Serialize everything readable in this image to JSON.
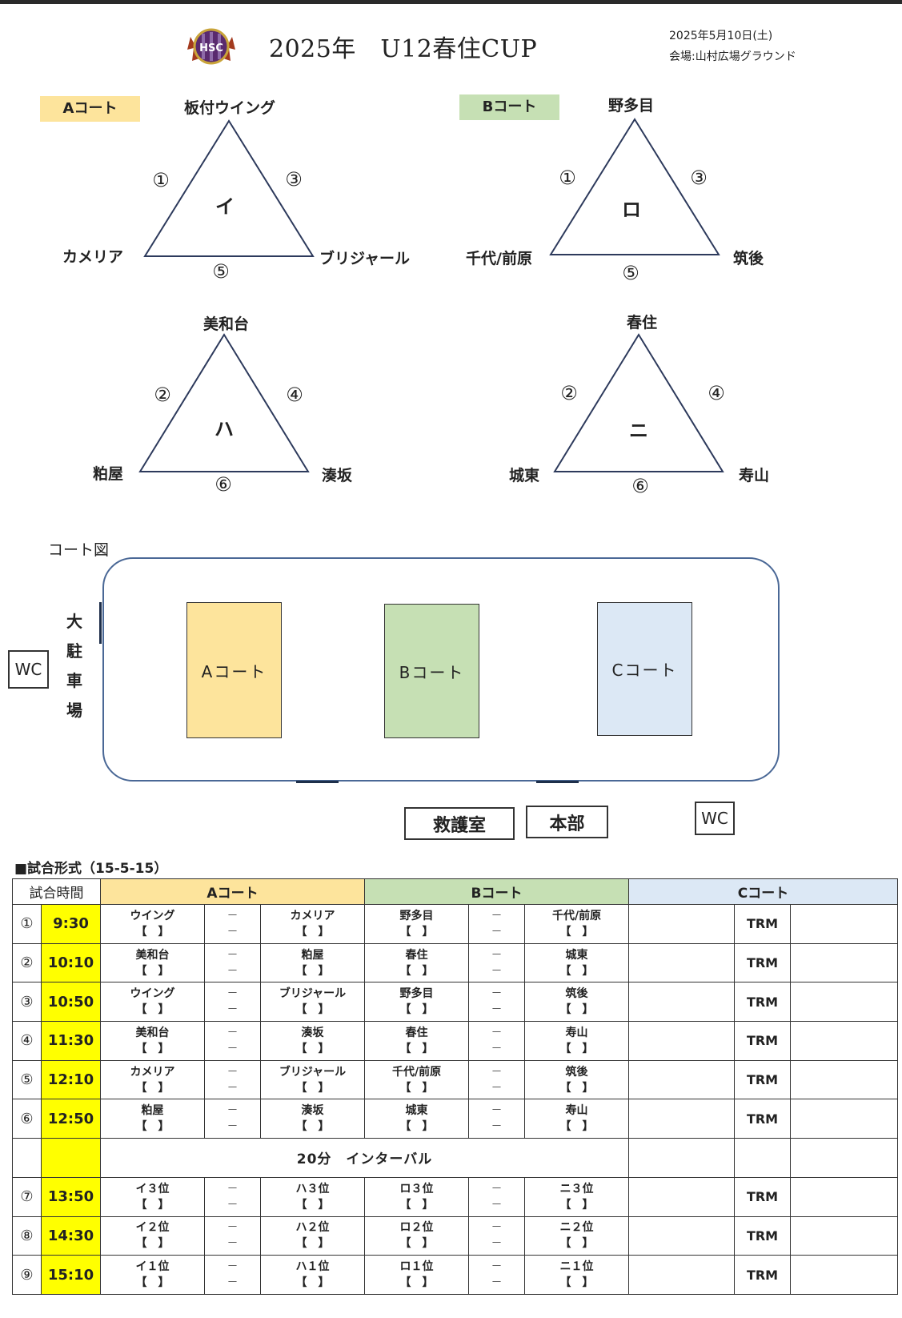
{
  "header": {
    "title": "2025年　U12春住CUP",
    "date": "2025年5月10日(土)",
    "venue": "会場:山村広場グラウンド",
    "logo_text": "HSC",
    "colors": {
      "a_court": "#fde49c",
      "b_court": "#c6e0b4",
      "c_court": "#dce8f5",
      "time_highlight": "#ffff00",
      "field_border": "#4a6896"
    }
  },
  "courts": {
    "a_label": "Aコート",
    "b_label": "Bコート",
    "c_label": "Cコート"
  },
  "groups": {
    "i": {
      "name": "イ",
      "top": "板付ウイング",
      "left": "カメリア",
      "right": "ブリジャール",
      "n_left": "①",
      "n_right": "③",
      "n_bottom": "⑤"
    },
    "ro": {
      "name": "ロ",
      "top": "野多目",
      "left": "千代/前原",
      "right": "筑後",
      "n_left": "①",
      "n_right": "③",
      "n_bottom": "⑤"
    },
    "ha": {
      "name": "ハ",
      "top": "美和台",
      "left": "粕屋",
      "right": "湊坂",
      "n_left": "②",
      "n_right": "④",
      "n_bottom": "⑥"
    },
    "ni": {
      "name": "ニ",
      "top": "春住",
      "left": "城東",
      "right": "寿山",
      "n_left": "②",
      "n_right": "④",
      "n_bottom": "⑥"
    }
  },
  "map": {
    "label": "コート図",
    "a": "Aコート",
    "b": "Bコート",
    "c": "Cコート",
    "parking": [
      "大",
      "駐",
      "車",
      "場"
    ],
    "wc_left": "WC",
    "wc_right": "WC",
    "first_aid": "救護室",
    "headquarters": "本部"
  },
  "schedule": {
    "format": "■試合形式（15-5-15）",
    "col_time": "試合時間",
    "col_a": "Aコート",
    "col_b": "Bコート",
    "col_c": "Cコート",
    "dash": "－",
    "bracket": "【　】",
    "interval": "20分　インターバル",
    "rows": [
      {
        "no": "①",
        "time": "9:30",
        "a1": "ウイング",
        "a2": "カメリア",
        "b1": "野多目",
        "b2": "千代/前原",
        "c": "TRM"
      },
      {
        "no": "②",
        "time": "10:10",
        "a1": "美和台",
        "a2": "粕屋",
        "b1": "春住",
        "b2": "城東",
        "c": "TRM"
      },
      {
        "no": "③",
        "time": "10:50",
        "a1": "ウイング",
        "a2": "ブリジャール",
        "b1": "野多目",
        "b2": "筑後",
        "c": "TRM"
      },
      {
        "no": "④",
        "time": "11:30",
        "a1": "美和台",
        "a2": "湊坂",
        "b1": "春住",
        "b2": "寿山",
        "c": "TRM"
      },
      {
        "no": "⑤",
        "time": "12:10",
        "a1": "カメリア",
        "a2": "ブリジャール",
        "b1": "千代/前原",
        "b2": "筑後",
        "c": "TRM"
      },
      {
        "no": "⑥",
        "time": "12:50",
        "a1": "粕屋",
        "a2": "湊坂",
        "b1": "城東",
        "b2": "寿山",
        "c": "TRM"
      },
      {
        "no": "⑦",
        "time": "13:50",
        "a1": "イ３位",
        "a2": "ハ３位",
        "b1": "ロ３位",
        "b2": "ニ３位",
        "c": "TRM"
      },
      {
        "no": "⑧",
        "time": "14:30",
        "a1": "イ２位",
        "a2": "ハ２位",
        "b1": "ロ２位",
        "b2": "ニ２位",
        "c": "TRM"
      },
      {
        "no": "⑨",
        "time": "15:10",
        "a1": "イ１位",
        "a2": "ハ１位",
        "b1": "ロ１位",
        "b2": "ニ１位",
        "c": "TRM"
      }
    ]
  }
}
